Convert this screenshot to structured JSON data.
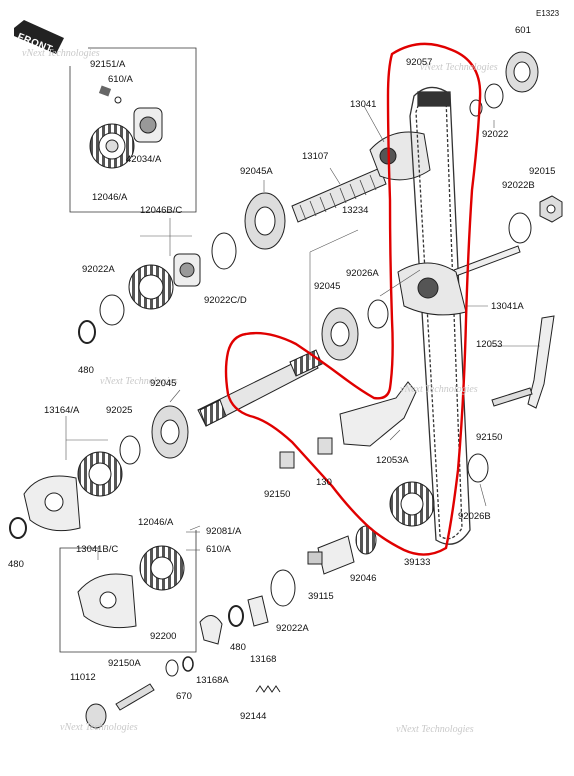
{
  "diagram_id": "E1323",
  "front_label": "FRONT",
  "watermark": "vNext Technologies",
  "parts": {
    "p601": "601",
    "p92057": "92057",
    "p13041": "13041",
    "p92022": "92022",
    "p92015": "92015",
    "p92022B": "92022B",
    "p92151": "92151/A",
    "p610": "610/A",
    "p42034": "42034/A",
    "p12046": "12046/A",
    "p13107": "13107",
    "p92045A": "92045A",
    "p13234": "13234",
    "p12046BC": "12046B/C",
    "p92026A": "92026A",
    "p92022A_top": "92022A",
    "p92045_mid": "92045",
    "p13041A": "13041A",
    "p92022CD": "92022C/D",
    "p12053": "12053",
    "p480_top": "480",
    "p92045_low": "92045",
    "p13164": "13164/A",
    "p92025": "92025",
    "p12053A": "12053A",
    "p92150_right": "92150",
    "p92150_mid": "92150",
    "p130": "130",
    "p92026B": "92026B",
    "p12046A_low": "12046/A",
    "p92081": "92081/A",
    "p610A_low": "610/A",
    "p13041BC": "13041B/C",
    "p480_left": "480",
    "p92046": "92046",
    "p39133": "39133",
    "p39115": "39115",
    "p92022A_low": "92022A",
    "p92200": "92200",
    "p480_low": "480",
    "p13168": "13168",
    "p92150A": "92150A",
    "p11012": "11012",
    "p670": "670",
    "p13168A": "13168A",
    "p92144": "92144"
  }
}
